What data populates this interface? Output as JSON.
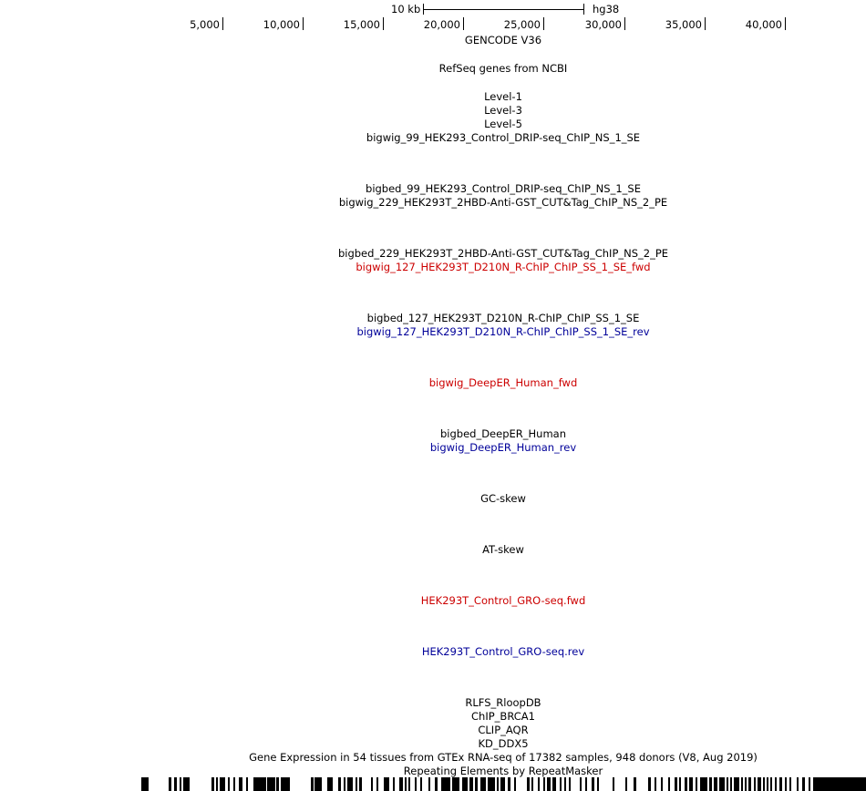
{
  "scale_bar": {
    "label": "10 kb",
    "assembly": "hg38"
  },
  "ruler": {
    "ticks": [
      {
        "label": "5,000"
      },
      {
        "label": "10,000"
      },
      {
        "label": "15,000"
      },
      {
        "label": "20,000"
      },
      {
        "label": "25,000"
      },
      {
        "label": "30,000"
      },
      {
        "label": "35,000"
      },
      {
        "label": "40,000"
      }
    ]
  },
  "tracks": [
    {
      "label": "GENCODE V36",
      "color": "#000000"
    },
    {
      "label": "RefSeq genes from NCBI",
      "color": "#000000"
    },
    {
      "label": "Level-1",
      "color": "#000000"
    },
    {
      "label": "Level-3",
      "color": "#000000"
    },
    {
      "label": "Level-5",
      "color": "#000000"
    },
    {
      "label": "bigwig_99_HEK293_Control_DRIP-seq_ChIP_NS_1_SE",
      "color": "#000000"
    },
    {
      "label": "bigbed_99_HEK293_Control_DRIP-seq_ChIP_NS_1_SE",
      "color": "#000000"
    },
    {
      "label": "bigwig_229_HEK293T_2HBD-Anti-GST_CUT&Tag_ChIP_NS_2_PE",
      "color": "#000000"
    },
    {
      "label": "bigbed_229_HEK293T_2HBD-Anti-GST_CUT&Tag_ChIP_NS_2_PE",
      "color": "#000000"
    },
    {
      "label": "bigwig_127_HEK293T_D210N_R-ChIP_ChIP_SS_1_SE_fwd",
      "color": "#cc0000"
    },
    {
      "label": "bigbed_127_HEK293T_D210N_R-ChIP_ChIP_SS_1_SE",
      "color": "#000000"
    },
    {
      "label": "bigwig_127_HEK293T_D210N_R-ChIP_ChIP_SS_1_SE_rev",
      "color": "#000099"
    },
    {
      "label": "bigwig_DeepER_Human_fwd",
      "color": "#cc0000"
    },
    {
      "label": "bigbed_DeepER_Human",
      "color": "#000000"
    },
    {
      "label": "bigwig_DeepER_Human_rev",
      "color": "#000099"
    },
    {
      "label": "GC-skew",
      "color": "#000000"
    },
    {
      "label": "AT-skew",
      "color": "#000000"
    },
    {
      "label": "HEK293T_Control_GRO-seq.fwd",
      "color": "#cc0000"
    },
    {
      "label": "HEK293T_Control_GRO-seq.rev",
      "color": "#000099"
    },
    {
      "label": "RLFS_RloopDB",
      "color": "#000000"
    },
    {
      "label": "ChIP_BRCA1",
      "color": "#000000"
    },
    {
      "label": "CLIP_AQR",
      "color": "#000000"
    },
    {
      "label": "KD_DDX5",
      "color": "#000000"
    },
    {
      "label": "Gene Expression in 54 tissues from GTEx RNA-seq of 17382 samples, 948 donors (V8, Aug 2019)",
      "color": "#000000"
    },
    {
      "label": "Repeating Elements by RepeatMasker",
      "color": "#000000"
    }
  ]
}
